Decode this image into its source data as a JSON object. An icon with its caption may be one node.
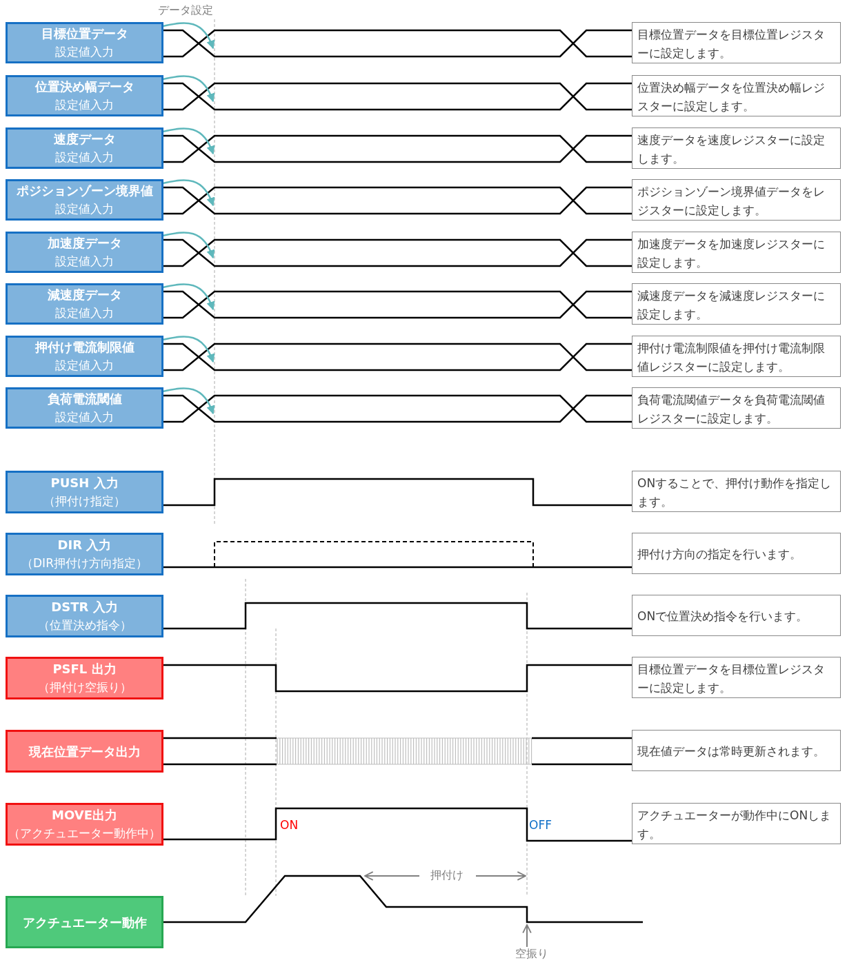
{
  "diagram": {
    "nodes": [
      {
        "text": [
          "目標位置データ",
          "設定値入力"
        ]
      },
      {
        "text": [
          "位置決め幅データ",
          "設定値入力"
        ]
      },
      {
        "text": [
          "速度データ",
          "設定値入力"
        ]
      },
      {
        "text": [
          "ポジションゾーン境界値",
          "設定値入力"
        ]
      },
      {
        "text": [
          "加速度データ",
          "設定値入力"
        ]
      },
      {
        "text": [
          "減速度データ",
          "設定値入力"
        ]
      },
      {
        "text": [
          "押付け電流制限値",
          "設定値入力"
        ]
      },
      {
        "text": [
          "負荷電流閾値",
          "設定値入力"
        ]
      },
      {
        "text": [
          "PUSH 入力",
          "（押付け指定）"
        ]
      },
      {
        "text": [
          "DIR 入力",
          "（DIR押付け方向指定）"
        ]
      },
      {
        "text": [
          "DSTR 入力",
          "（位置決め指令）"
        ]
      },
      {
        "text": [
          "PSFL 出力",
          "（押付け空振り）"
        ]
      },
      {
        "text": [
          "現在位置データ出力"
        ]
      },
      {
        "text": [
          "MOVE出力",
          "（アクチュエーター動作中）"
        ]
      },
      {
        "text": [
          "アクチュエーター動作"
        ]
      },
      {
        "text": [
          "目標位置データを目標位置レジスターに設定します。"
        ]
      },
      {
        "text": [
          "位置決め幅データを位置決め幅レジスターに設定します。"
        ]
      },
      {
        "text": [
          "速度データを速度レジスターに設定します。"
        ]
      },
      {
        "text": [
          "ポジションゾーン境界値データをレジスターに設定します。"
        ]
      },
      {
        "text": [
          "加速度データを加速度レジスターに設定します。"
        ]
      },
      {
        "text": [
          "減速度データを減速度レジスターに設定します。"
        ]
      },
      {
        "text": [
          "押付け電流制限値を押付け電流制限値レジスターに設定します。"
        ]
      },
      {
        "text": [
          "負荷電流閾値データを負荷電流閾値レジスターに設定します。"
        ]
      },
      {
        "text": [
          "ONすることで、押付け動作を指定します。"
        ]
      },
      {
        "text": [
          "押付け方向の指定を行います。"
        ]
      },
      {
        "text": [
          "ONで位置決め指令を行います。"
        ]
      },
      {
        "text": [
          "目標位置データを目標位置レジスターに設定します。"
        ]
      },
      {
        "text": [
          "現在値データは常時更新されます。"
        ]
      },
      {
        "text": [
          "アクチュエーターが動作中にONします。"
        ]
      },
      {
        "text": [
          "空振り"
        ]
      }
    ],
    "edges": [
      {
        "from": 0,
        "to": 15,
        "arrow": "none"
      },
      {
        "from": 1,
        "to": 16,
        "arrow": "none"
      },
      {
        "from": 2,
        "to": 17,
        "arrow": "none"
      },
      {
        "from": 3,
        "to": 18,
        "arrow": "none"
      },
      {
        "from": 4,
        "to": 19,
        "arrow": "none"
      },
      {
        "from": 5,
        "to": 20,
        "arrow": "none"
      },
      {
        "from": 6,
        "to": 21,
        "arrow": "none"
      },
      {
        "from": 7,
        "to": 22,
        "arrow": "none"
      },
      {
        "from": 8,
        "to": 23,
        "arrow": "none"
      },
      {
        "from": 9,
        "to": 24,
        "arrow": "none"
      },
      {
        "from": 10,
        "to": 25,
        "arrow": "none"
      },
      {
        "from": 11,
        "to": 26,
        "arrow": "none"
      },
      {
        "from": 12,
        "to": 27,
        "arrow": "none",
        "color": "#bbbbbb"
      },
      {
        "from": 13,
        "to": 28,
        "arrow": "none"
      },
      {
        "from": 0,
        "to": null,
        "arrow": "to",
        "color": "#5fb8bc"
      },
      {
        "from": 1,
        "to": null,
        "arrow": "to",
        "color": "#5fb8bc"
      },
      {
        "from": 2,
        "to": null,
        "arrow": "to",
        "color": "#5fb8bc"
      },
      {
        "from": 3,
        "to": null,
        "arrow": "to",
        "color": "#5fb8bc"
      },
      {
        "from": 4,
        "to": null,
        "arrow": "to",
        "color": "#5fb8bc"
      },
      {
        "from": 5,
        "to": null,
        "arrow": "to",
        "color": "#5fb8bc"
      },
      {
        "from": 6,
        "to": null,
        "arrow": "to",
        "color": "#5fb8bc"
      },
      {
        "from": 7,
        "to": null,
        "arrow": "to",
        "color": "#5fb8bc"
      },
      {
        "from": 29,
        "to": 14,
        "arrow": "to",
        "color": "#808080"
      }
    ],
    "labels": [
      "データ設定",
      "ON",
      "OFF",
      "押付け"
    ]
  }
}
